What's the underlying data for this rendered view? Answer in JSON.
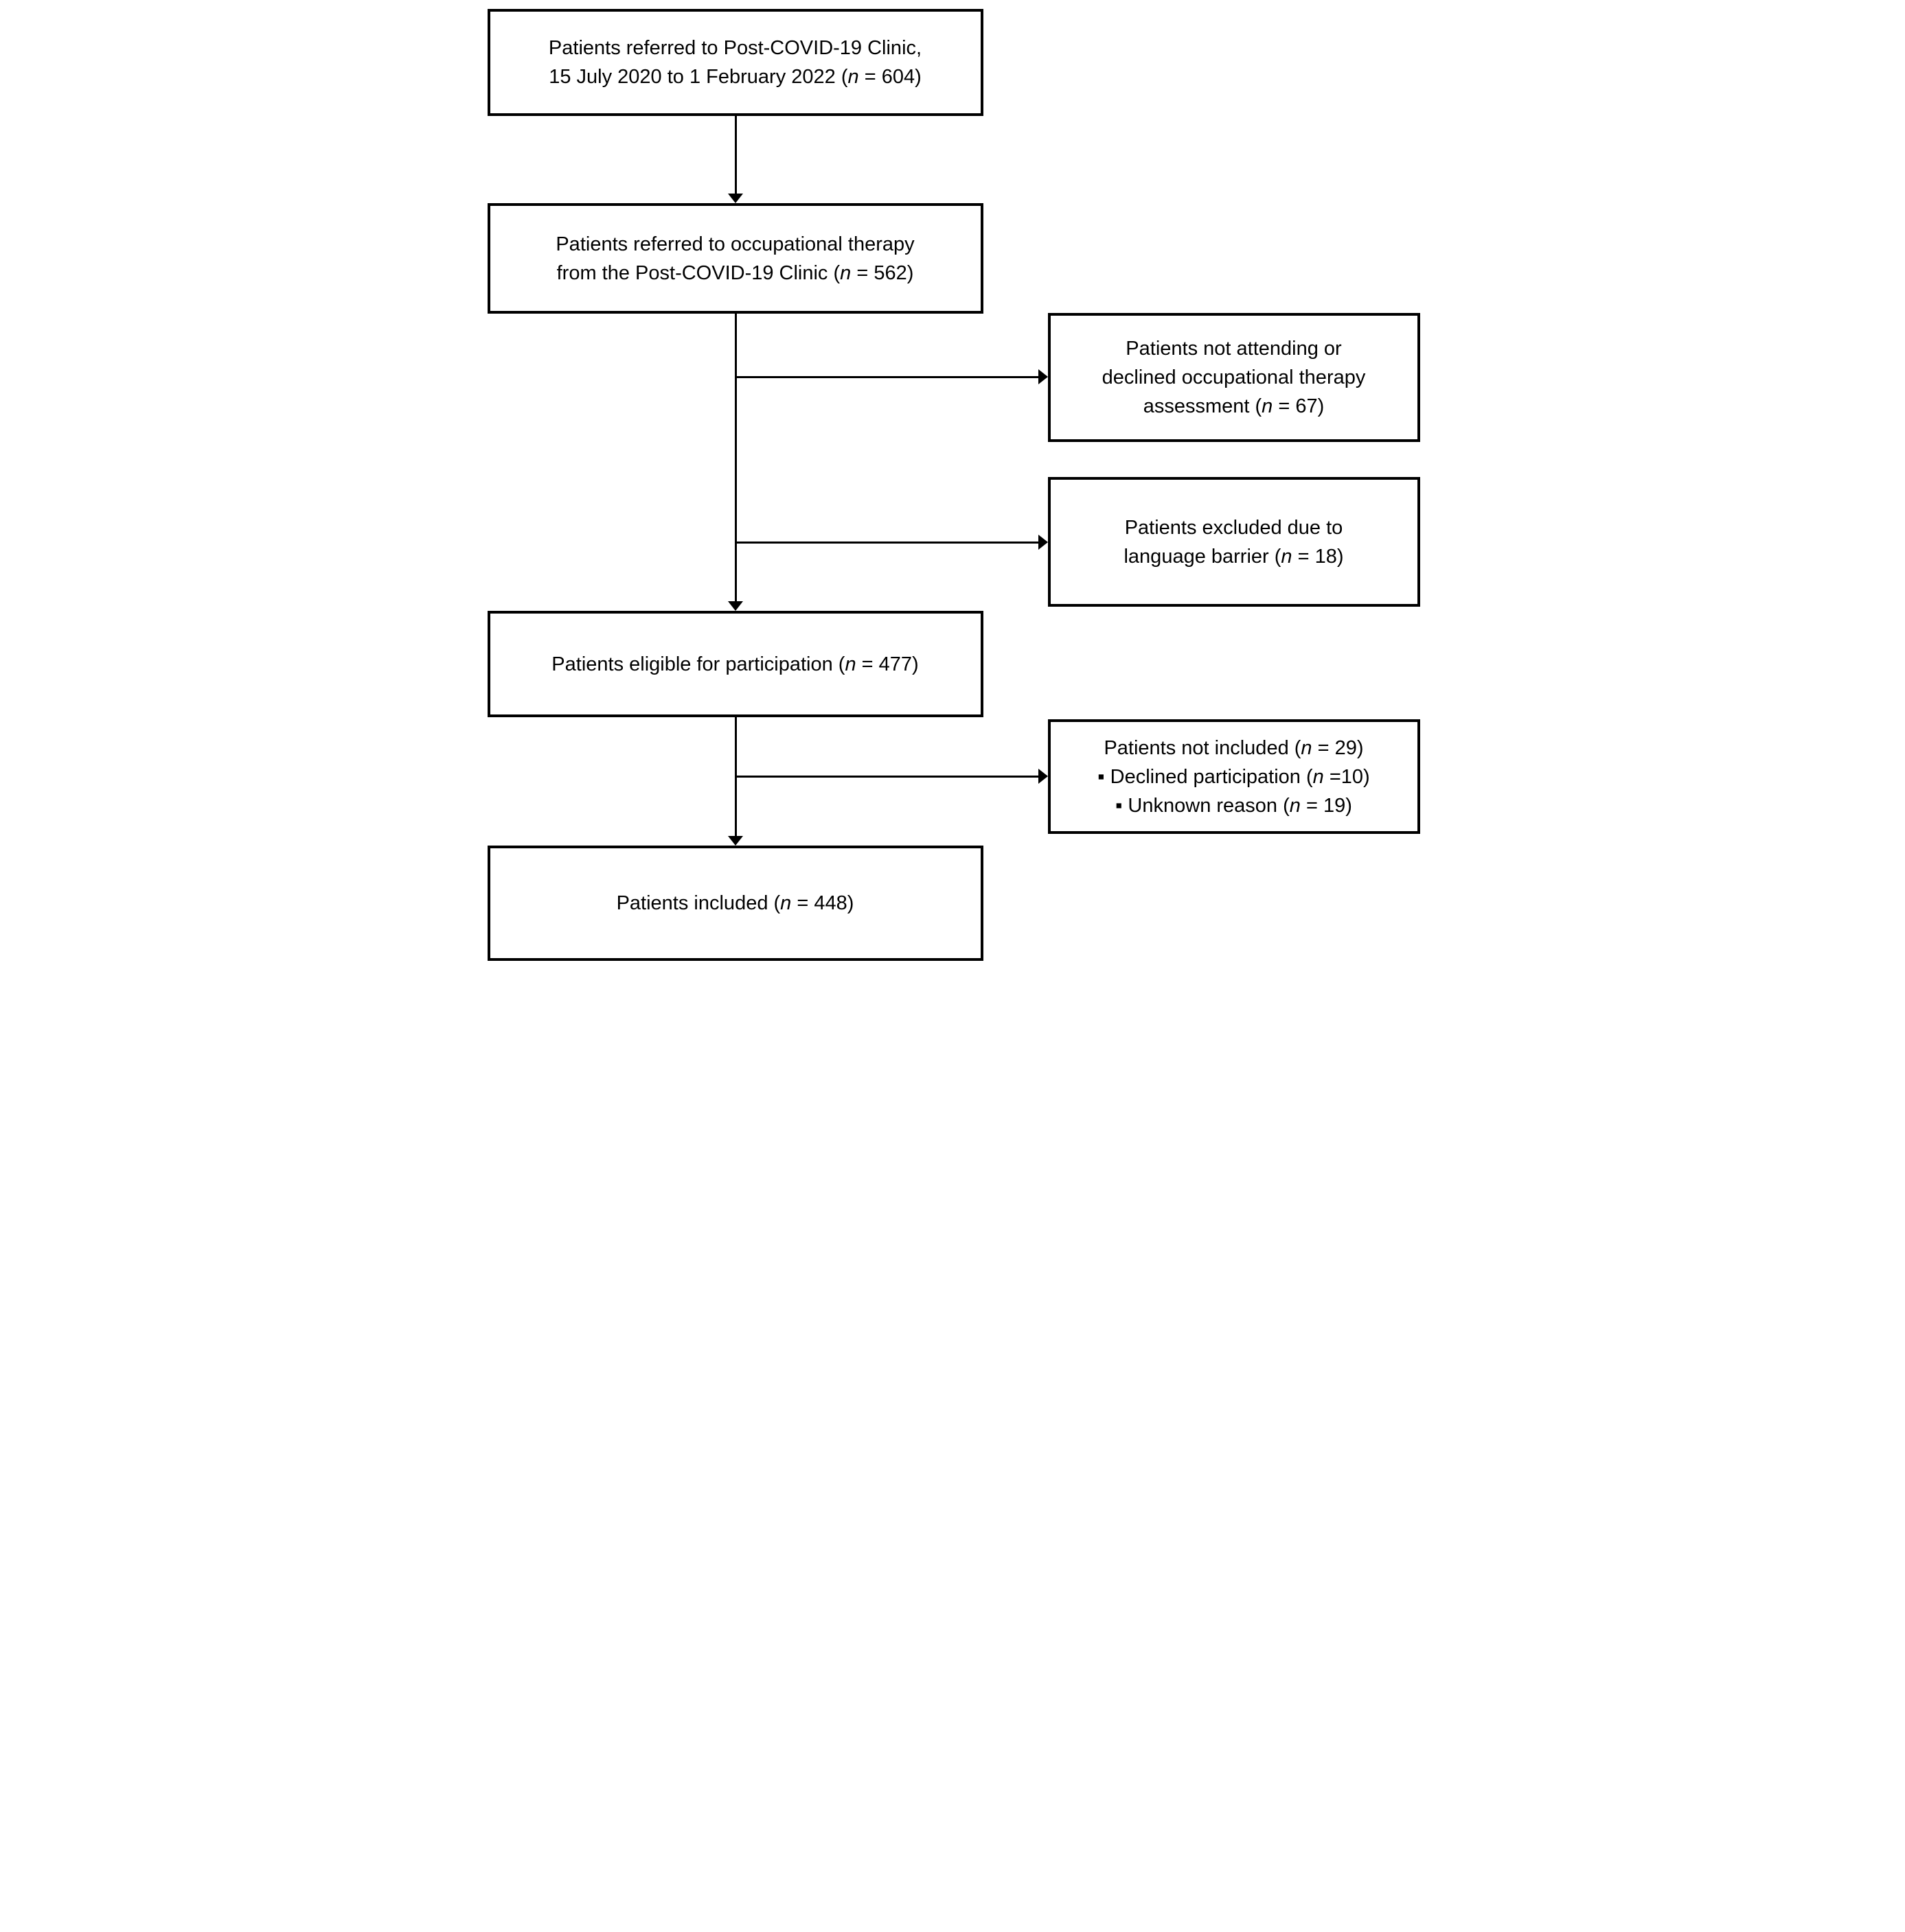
{
  "figure": {
    "type": "flow-diagram"
  },
  "colors": {
    "line": "#000000",
    "text": "#000000",
    "background": "#ffffff"
  },
  "counts": {
    "referred_clinic": 604,
    "referred_ot": 562,
    "not_attending": 67,
    "language_barrier": 18,
    "eligible": 477,
    "not_included": 29,
    "declined_participation": 10,
    "unknown_reason": 19,
    "included": 448
  },
  "boxes": {
    "referred_clinic": {
      "lines": [
        "Patients referred to Post-COVID-19 Clinic,",
        "15 July 2020 to 1 February 2022 (n = 604)"
      ]
    },
    "referred_ot": {
      "lines": [
        "Patients referred to occupational therapy",
        "from the Post-COVID-19 Clinic (n = 562)"
      ]
    },
    "not_attending": {
      "lines": [
        "Patients not attending or",
        "declined occupational therapy",
        "assessment (n = 67)"
      ]
    },
    "language_barrier": {
      "lines": [
        "Patients excluded due to",
        "language barrier (n = 18)"
      ]
    },
    "eligible": {
      "lines": [
        "Patients eligible for participation (n = 477)"
      ]
    },
    "not_included": {
      "lines": [
        "Patients not included (n = 29)",
        "▪ Declined participation (n =10)",
        "▪ Unknown reason (n = 19)"
      ]
    },
    "included": {
      "lines": [
        "Patients included (n = 448)"
      ]
    }
  }
}
